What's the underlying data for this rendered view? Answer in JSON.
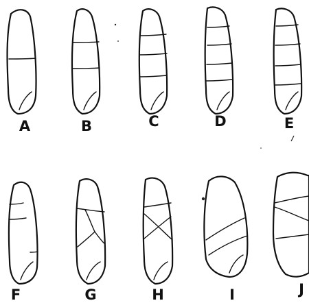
{
  "figure": {
    "panels": [
      {
        "label": "A"
      },
      {
        "label": "B"
      },
      {
        "label": "C"
      },
      {
        "label": "D"
      },
      {
        "label": "E"
      },
      {
        "label": "F"
      },
      {
        "label": "G"
      },
      {
        "label": "H"
      },
      {
        "label": "I"
      },
      {
        "label": "J"
      }
    ]
  }
}
